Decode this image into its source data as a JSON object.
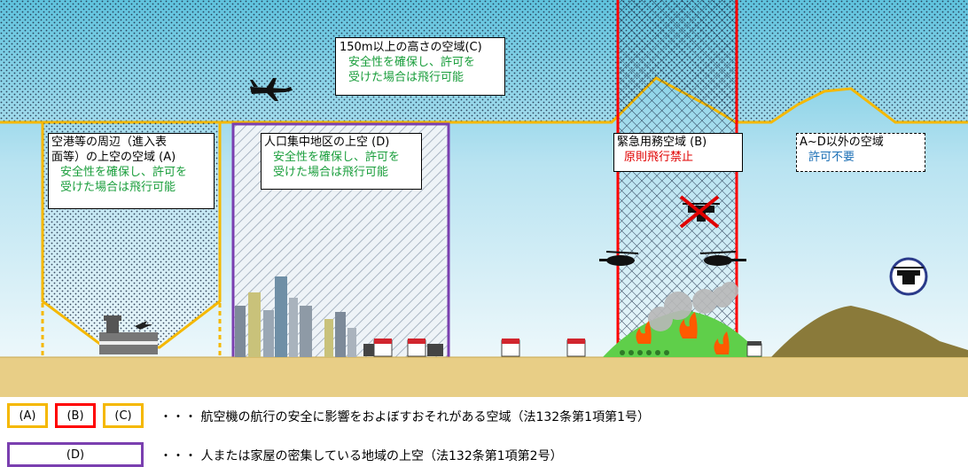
{
  "labels": {
    "c_title": "150m以上の高さの空域(C)",
    "c_note_1": "安全性を確保し、許可を",
    "c_note_2": "受けた場合は飛行可能",
    "a_title_1": "空港等の周辺（進入表",
    "a_title_2": "面等）の上空の空域 (A)",
    "a_note_1": "安全性を確保し、許可を",
    "a_note_2": "受けた場合は飛行可能",
    "d_title": "人口集中地区の上空 (D)",
    "d_note_1": "安全性を確保し、許可を",
    "d_note_2": "受けた場合は飛行可能",
    "b_title": "緊急用務空域 (B)",
    "b_note": "原則飛行禁止",
    "other_title": "A~D以外の空域",
    "other_note": "許可不要"
  },
  "legend": {
    "box_a": "(A)",
    "box_b": "(B)",
    "box_c": "(C)",
    "box_d": "(D)",
    "row1_text": "・・・ 航空機の航行の安全に影響をおよぼすおそれがある空域（法132条第1項第1号）",
    "row2_text": "・・・ 人または家屋の密集している地域の上空（法132条第1項第2号）"
  },
  "colors": {
    "sky_top": "#6ecbe3",
    "sky_bottom": "#dff2f9",
    "ground": "#e7cd83",
    "yellow_border": "#f5b800",
    "red_border": "#ff0000",
    "purple_border": "#7a3fb0",
    "mountain": "#8a7a3a",
    "green_hill": "#5fcf4a"
  },
  "icons": [
    "airplane-icon",
    "airport-building-icon",
    "city-buildings-icon",
    "house-icon",
    "helicopter-icon",
    "drone-crossed-icon",
    "drone-circle-icon",
    "fire-icon",
    "smoke-icon"
  ]
}
